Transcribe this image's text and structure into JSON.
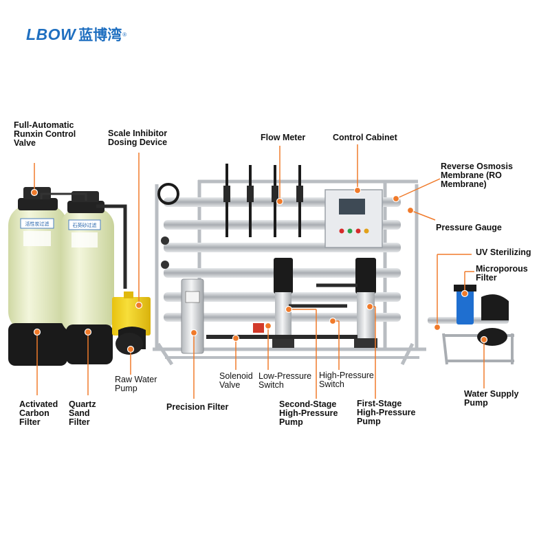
{
  "brand": {
    "latin": "LBOW",
    "cjk": "蓝博湾",
    "reg": "®",
    "color": "#1f6fc0"
  },
  "colors": {
    "callout": "#f07a2a",
    "tank_body": "#e6edbf",
    "tank_base": "#1a1a1a",
    "steel": "#c9cccf",
    "dosing_tank": "#f2d21a"
  },
  "labels": {
    "full_automatic_valve": "Full-Automatic\nRunxin Control\nValve",
    "scale_inhibitor": "Scale Inhibitor\nDosing Device",
    "flow_meter": "Flow Meter",
    "control_cabinet": "Control Cabinet",
    "ro_membrane": "Reverse Osmosis\nMembrane (RO\nMembrane)",
    "pressure_gauge": "Pressure Gauge",
    "uv_sterilizing": "UV Sterilizing",
    "microporous_filter": "Microporous\nFilter",
    "raw_water_pump": "Raw Water\nPump",
    "solenoid_valve": "Solenoid\nValve",
    "low_pressure_switch": "Low-Pressure\nSwitch",
    "high_pressure_switch": "High-Pressure\nSwitch",
    "water_supply_pump": "Water Supply\nPump",
    "activated_carbon_filter": "Activated\nCarbon\nFilter",
    "quartz_sand_filter": "Quartz\nSand\nFilter",
    "precision_filter": "Precision Filter",
    "second_stage_pump": "Second-Stage\nHigh-Pressure\nPump",
    "first_stage_pump": "First-Stage\nHigh-Pressure\nPump"
  },
  "tank_labels": {
    "carbon": "活性炭过滤",
    "sand": "石英砂过滤"
  }
}
